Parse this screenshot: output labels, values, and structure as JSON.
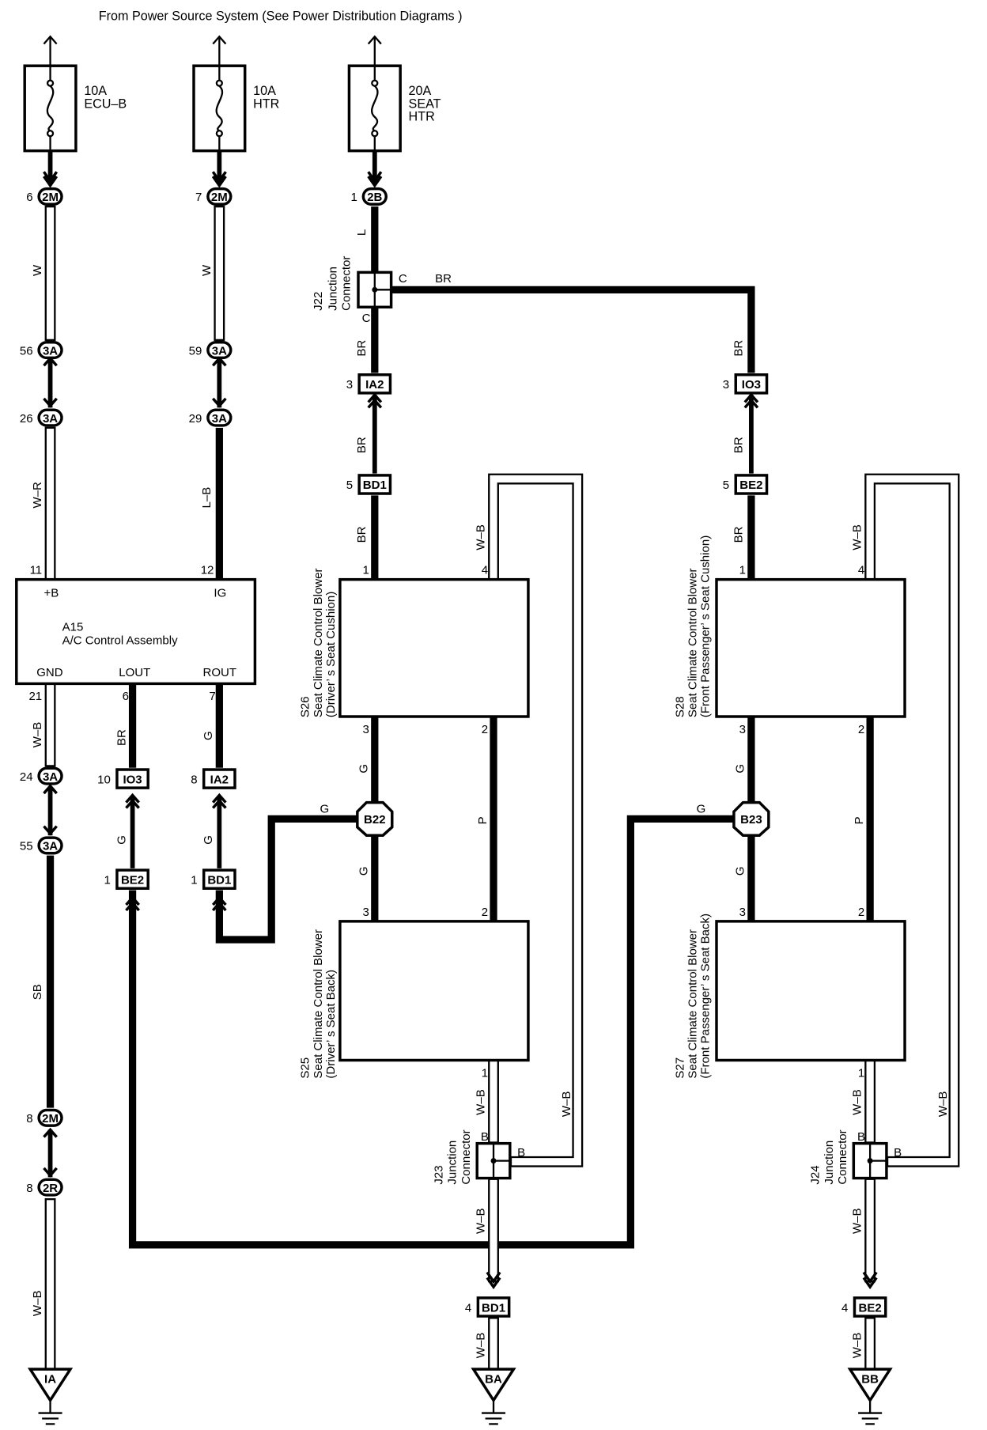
{
  "header": "From Power Source System (See Power Distribution Diagrams )",
  "fuses": [
    {
      "amp": "10A",
      "name": [
        "ECU–B"
      ]
    },
    {
      "amp": "10A",
      "name": [
        "HTR"
      ]
    },
    {
      "amp": "20A",
      "name": [
        "SEAT",
        "HTR"
      ]
    }
  ],
  "connectors": {
    "c2M_a": {
      "pin": "6",
      "code": "2M"
    },
    "c2M_b": {
      "pin": "7",
      "code": "2M"
    },
    "c2B": {
      "pin": "1",
      "code": "2B"
    },
    "c3A_56": {
      "pin": "56",
      "code": "3A"
    },
    "c3A_59": {
      "pin": "59",
      "code": "3A"
    },
    "c3A_26": {
      "pin": "26",
      "code": "3A"
    },
    "c3A_29": {
      "pin": "29",
      "code": "3A"
    },
    "cIA2_top": {
      "pin": "3",
      "code": "IA2"
    },
    "cIO3_top": {
      "pin": "3",
      "code": "IO3"
    },
    "cBD1_top": {
      "pin": "5",
      "code": "BD1"
    },
    "cBE2_top": {
      "pin": "5",
      "code": "BE2"
    },
    "c3A_24": {
      "pin": "24",
      "code": "3A"
    },
    "c3A_55": {
      "pin": "55",
      "code": "3A"
    },
    "cIO3_mid": {
      "pin": "10",
      "code": "IO3"
    },
    "cIA2_mid": {
      "pin": "8",
      "code": "IA2"
    },
    "cBE2_mid": {
      "pin": "1",
      "code": "BE2"
    },
    "cBD1_mid": {
      "pin": "1",
      "code": "BD1"
    },
    "c2M_c": {
      "pin": "8",
      "code": "2M"
    },
    "c2R": {
      "pin": "8",
      "code": "2R"
    },
    "cBD1_bot": {
      "pin": "4",
      "code": "BD1"
    },
    "cBE2_bot": {
      "pin": "4",
      "code": "BE2"
    },
    "B22": "B22",
    "B23": "B23"
  },
  "wires": {
    "w1": "W",
    "w2": "W",
    "w3": "L",
    "w4": "C",
    "w5": "BR",
    "w6": "C",
    "w7": "BR",
    "w8": "BR",
    "w9": "BR",
    "w10": "W–R",
    "w11": "L–B",
    "w12": "BR",
    "w13": "BR",
    "w14": "BR",
    "w15": "W–B",
    "w16": "W–B",
    "w17": "W–B",
    "w18": "BR",
    "w19": "G",
    "w20": "G",
    "w21": "G",
    "w22": "G",
    "w23": "G",
    "w24": "P",
    "w25": "G",
    "w26": "G",
    "w27": "G",
    "w28": "P",
    "w29": "G",
    "w30": "SB",
    "w31": "W–B",
    "w32": "W–B",
    "w33": "W–B",
    "w34": "B",
    "w35": "B",
    "w36": "W–B",
    "w37": "W–B",
    "w38": "W–B",
    "w39": "B",
    "w40": "B",
    "w41": "W–B",
    "w42": "W–B",
    "w43": "W–B"
  },
  "a15": {
    "id": "A15",
    "name": "A/C Control Assembly",
    "terminals": [
      "+B",
      "IG",
      "GND",
      "LOUT",
      "ROUT"
    ],
    "pins": [
      "11",
      "12",
      "21",
      "6",
      "7"
    ]
  },
  "blowers": {
    "s26": {
      "id": "S26",
      "line1": "Seat Climate Control Blower",
      "line2": "(Driver’ s Seat Cushion)",
      "pins": [
        "1",
        "4",
        "3",
        "2"
      ]
    },
    "s25": {
      "id": "S25",
      "line1": "Seat Climate Control Blower",
      "line2": "(Driver’ s Seat Back)",
      "pins": [
        "3",
        "2",
        "1"
      ]
    },
    "s28": {
      "id": "S28",
      "line1": "Seat Climate Control Blower",
      "line2": "(Front Passenger’ s Seat Cushion)",
      "pins": [
        "1",
        "4",
        "3",
        "2"
      ]
    },
    "s27": {
      "id": "S27",
      "line1": "Seat Climate Control Blower",
      "line2": "(Front Passenger’ s Seat Back)",
      "pins": [
        "3",
        "2",
        "1"
      ]
    }
  },
  "junctions": {
    "j22": {
      "id": "J22",
      "line1": "Junction",
      "line2": "Connector"
    },
    "j23": {
      "id": "J23",
      "line1": "Junction",
      "line2": "Connector"
    },
    "j24": {
      "id": "J24",
      "line1": "Junction",
      "line2": "Connector"
    }
  },
  "grounds": [
    "IA",
    "BA",
    "BB"
  ]
}
